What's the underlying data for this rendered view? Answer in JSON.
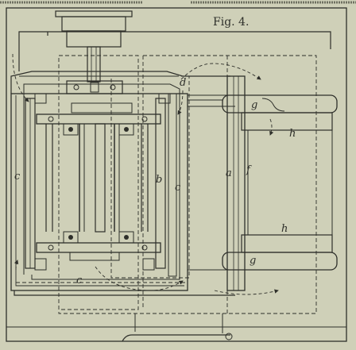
{
  "figure": {
    "caption": "Fig. 4.",
    "labels": {
      "c_left": "c",
      "c_bottom": "c",
      "c_right": "c",
      "b": "b",
      "d": "d",
      "a": "a",
      "f": "f",
      "g_top": "g",
      "g_bottom": "g",
      "h_top": "h",
      "h_bottom": "h"
    }
  },
  "colors": {
    "paper": "#cfd0b8",
    "ink": "#2e2f2a",
    "shade": "#9fa08c"
  }
}
